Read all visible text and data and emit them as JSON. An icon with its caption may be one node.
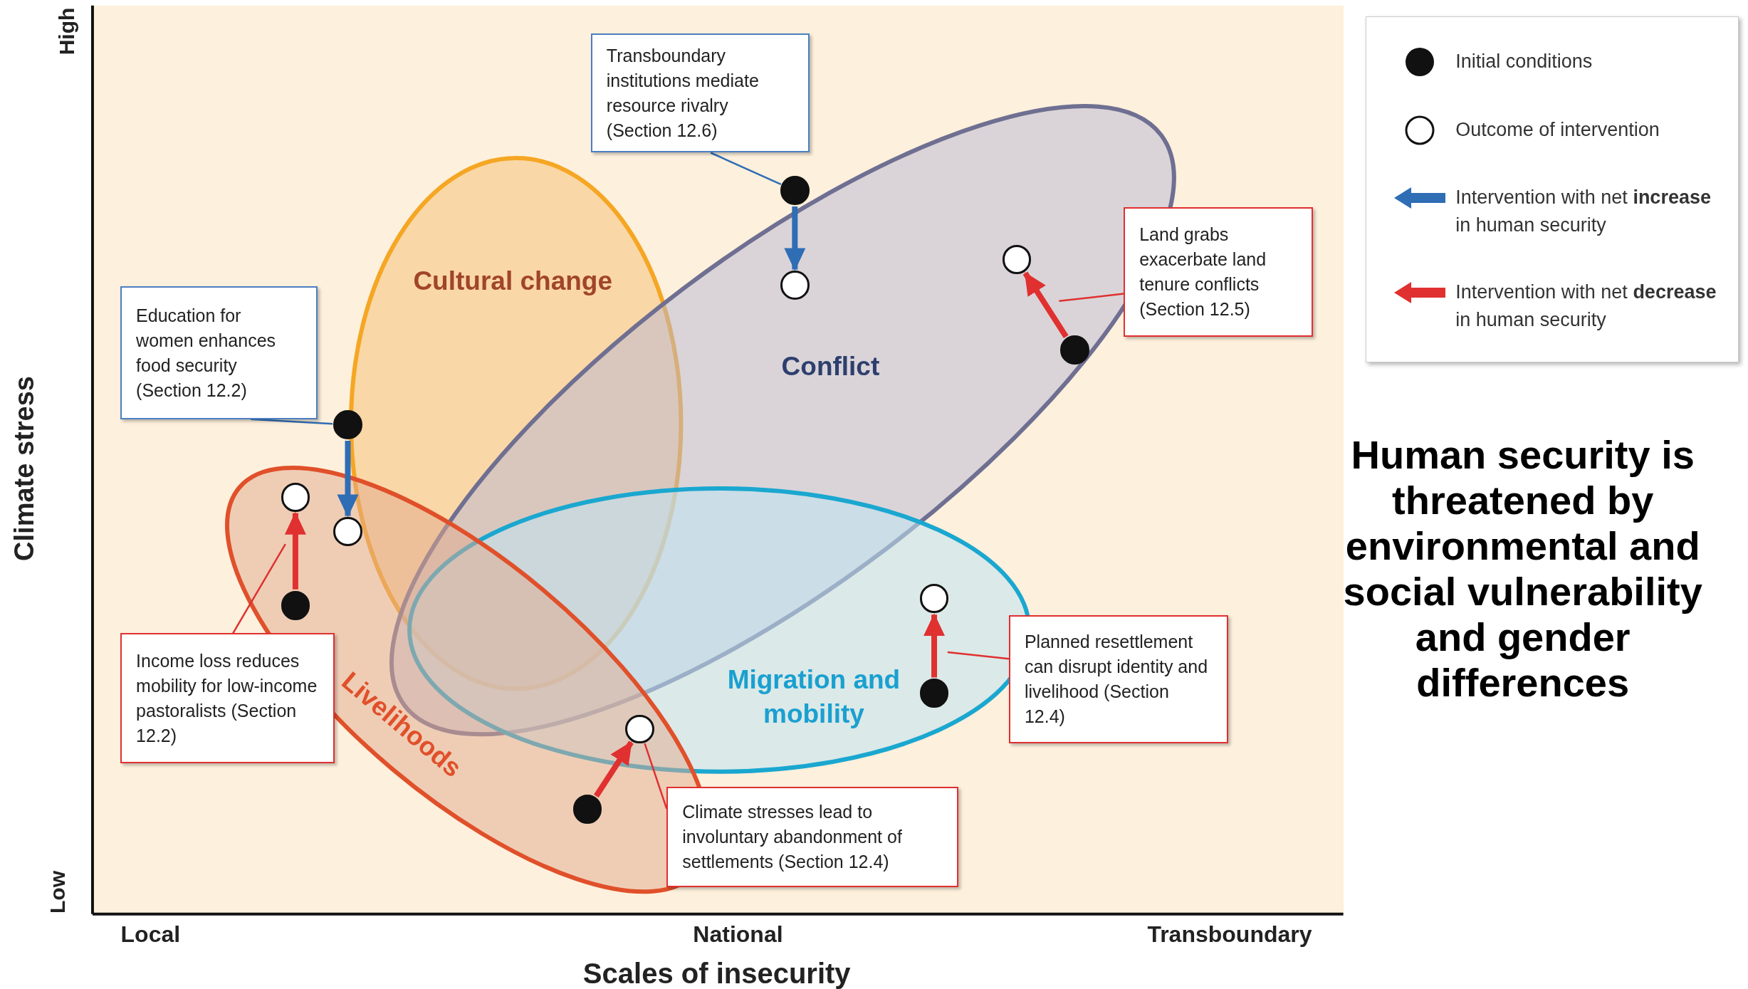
{
  "diagram": {
    "nodes": [
      {
        "text": [
          "Transboundary institutions mediate resource rivalry (Section 12.6)"
        ]
      },
      {
        "text": [
          "Cultural change"
        ]
      },
      {
        "text": [
          "Conflict"
        ]
      },
      {
        "text": [
          "Land grabs exacerbate land tenure conflicts (Section 12.5)"
        ]
      },
      {
        "text": [
          "Education for women enhances food security (Section 12.2)"
        ]
      },
      {
        "text": [
          "Migration and mobility"
        ]
      },
      {
        "text": [
          "Livelihoods"
        ]
      },
      {
        "text": [
          "Income loss reduces mobility for low-income pastoralists (Section 12.2)"
        ]
      },
      {
        "text": [
          "Planned resettlement can disrupt identity and livelihood (Section 12.4)"
        ]
      },
      {
        "text": [
          "Climate stresses lead to involuntary abandonment of settlements (Section 12.4)"
        ]
      },
      {
        "text": [],
        "shape": "dot",
        "in": 2
      },
      {
        "text": [],
        "shape": "circle",
        "in": 2
      },
      {
        "text": [],
        "shape": "circle",
        "in": 2
      },
      {
        "text": [],
        "shape": "dot",
        "in": 2
      },
      {
        "text": [],
        "shape": "dot"
      },
      {
        "text": [],
        "shape": "circle",
        "in": 6
      },
      {
        "text": [],
        "shape": "circle",
        "in": 6
      },
      {
        "text": [],
        "shape": "circle",
        "in": 5
      },
      {
        "text": [],
        "shape": "dot",
        "in": 6
      },
      {
        "text": [],
        "shape": "dot",
        "in": 5
      },
      {
        "text": [],
        "shape": "circle"
      },
      {
        "text": [],
        "shape": "dot",
        "in": 6
      }
    ],
    "edges": [
      {
        "from": 10,
        "to": 11,
        "arrow": "to",
        "color": "#2f6db5",
        "style": "thick"
      },
      {
        "from": 13,
        "to": 12,
        "arrow": "to",
        "style": "thick"
      },
      {
        "from": 14,
        "to": 16,
        "arrow": "to",
        "color": "#2f6db5",
        "style": "thick"
      },
      {
        "from": 18,
        "to": 15,
        "arrow": "to",
        "style": "thick"
      },
      {
        "from": 19,
        "to": 17,
        "arrow": "to",
        "style": "thick"
      },
      {
        "from": 21,
        "to": 20,
        "arrow": "to",
        "style": "thick"
      },
      {
        "from": 0,
        "to": 10,
        "arrow": "none",
        "color": "#2f6db5"
      },
      {
        "from": 3,
        "to": null,
        "arrow": "none"
      },
      {
        "from": 4,
        "to": 14,
        "arrow": "none",
        "color": "#2f6db5"
      },
      {
        "from": 7,
        "to": null,
        "arrow": "none"
      },
      {
        "from": 8,
        "to": null,
        "arrow": "none"
      },
      {
        "from": 9,
        "to": 20,
        "arrow": "none"
      }
    ],
    "labels": [
      "High",
      "Climate stress",
      "Low",
      "Local",
      "National",
      "Transboundary",
      "Scales of insecurity",
      "Human security is threatened by environmental and social vulnerability and gender differences"
    ],
    "legend": [
      {
        "text": "Initial conditions"
      },
      {
        "text": "Outcome of intervention"
      },
      {
        "text": "Intervention with net **increase** in human security"
      },
      {
        "text": "Intervention with net **decrease** in human security"
      }
    ]
  }
}
